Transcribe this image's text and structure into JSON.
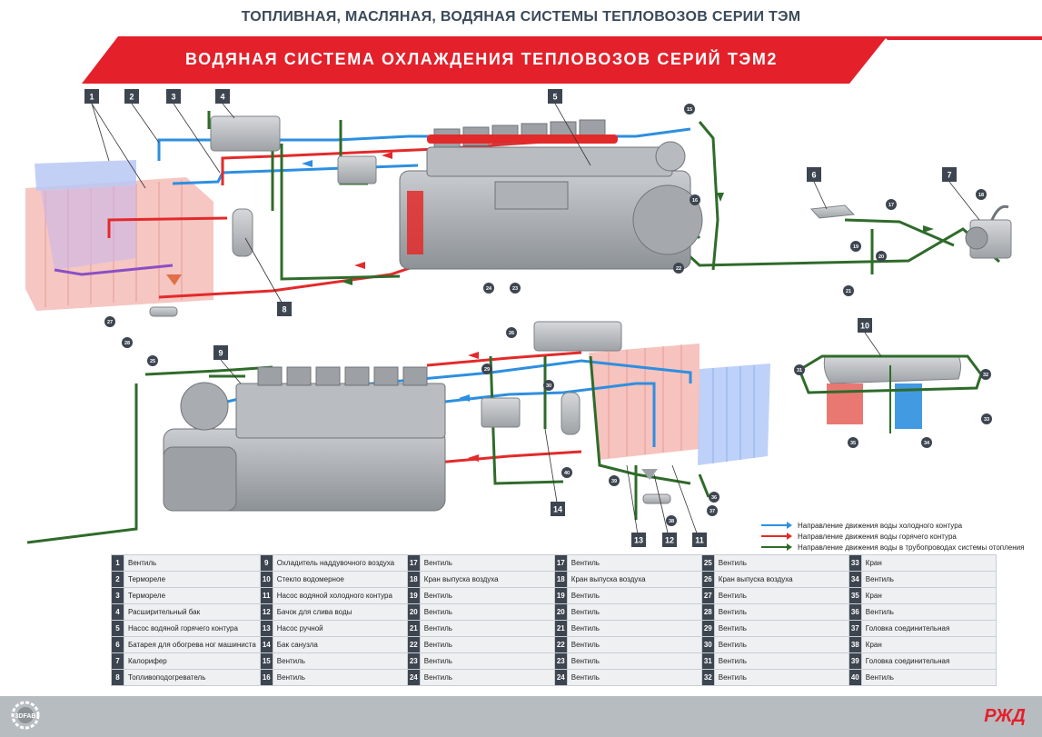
{
  "header": {
    "top_title": "ТОПЛИВНАЯ, МАСЛЯНАЯ, ВОДЯНАЯ СИСТЕМЫ ТЕПЛОВОЗОВ СЕРИИ ТЭМ",
    "banner_title": "ВОДЯНАЯ СИСТЕМА ОХЛАЖДЕНИЯ ТЕПЛОВОЗОВ СЕРИЙ ТЭМ2"
  },
  "colors": {
    "cold_loop": "#2d8fe0",
    "hot_loop": "#e32a2a",
    "heating": "#2f6b2a",
    "banner": "#e4202a",
    "number_box": "#3d4550"
  },
  "callouts_boxed": [
    "1",
    "2",
    "3",
    "4",
    "5",
    "6",
    "7",
    "8",
    "9",
    "10",
    "11",
    "12",
    "13",
    "14"
  ],
  "callouts_round": [
    "15",
    "16",
    "17",
    "18",
    "19",
    "20",
    "21",
    "22",
    "23",
    "24",
    "25",
    "26",
    "27",
    "28",
    "29",
    "30",
    "31",
    "32",
    "33",
    "34",
    "35",
    "36",
    "37",
    "38",
    "39",
    "40"
  ],
  "legend": [
    {
      "label": "Направление движения воды холодного контура",
      "color": "#2d8fe0"
    },
    {
      "label": "Направление движения воды горячего контура",
      "color": "#e32a2a"
    },
    {
      "label": "Направление движения воды в трубопроводах системы отопления",
      "color": "#2f6b2a"
    }
  ],
  "parts": [
    [
      {
        "n": "1",
        "t": "Вентиль"
      },
      {
        "n": "9",
        "t": "Охладитель наддувочного воздуха"
      },
      {
        "n": "17",
        "t": "Вентиль"
      },
      {
        "n": "17",
        "t": "Вентиль"
      },
      {
        "n": "25",
        "t": "Вентиль"
      },
      {
        "n": "33",
        "t": "Кран"
      }
    ],
    [
      {
        "n": "2",
        "t": "Термореле"
      },
      {
        "n": "10",
        "t": "Стекло водомерное"
      },
      {
        "n": "18",
        "t": "Кран выпуска воздуха"
      },
      {
        "n": "18",
        "t": "Кран выпуска воздуха"
      },
      {
        "n": "26",
        "t": "Кран выпуска воздуха"
      },
      {
        "n": "34",
        "t": "Вентиль"
      }
    ],
    [
      {
        "n": "3",
        "t": "Термореле"
      },
      {
        "n": "11",
        "t": "Насос водяной холодного контура"
      },
      {
        "n": "19",
        "t": "Вентиль"
      },
      {
        "n": "19",
        "t": "Вентиль"
      },
      {
        "n": "27",
        "t": "Вентиль"
      },
      {
        "n": "35",
        "t": "Кран"
      }
    ],
    [
      {
        "n": "4",
        "t": "Расширительный бак"
      },
      {
        "n": "12",
        "t": "Бачок для слива воды"
      },
      {
        "n": "20",
        "t": "Вентиль"
      },
      {
        "n": "20",
        "t": "Вентиль"
      },
      {
        "n": "28",
        "t": "Вентиль"
      },
      {
        "n": "36",
        "t": "Вентиль"
      }
    ],
    [
      {
        "n": "5",
        "t": "Насос водяной горячего контура"
      },
      {
        "n": "13",
        "t": "Насос ручной"
      },
      {
        "n": "21",
        "t": "Вентиль"
      },
      {
        "n": "21",
        "t": "Вентиль"
      },
      {
        "n": "29",
        "t": "Вентиль"
      },
      {
        "n": "37",
        "t": "Головка соединительная"
      }
    ],
    [
      {
        "n": "6",
        "t": "Батарея для обогрева ног машиниста"
      },
      {
        "n": "14",
        "t": "Бак санузла"
      },
      {
        "n": "22",
        "t": "Вентиль"
      },
      {
        "n": "22",
        "t": "Вентиль"
      },
      {
        "n": "30",
        "t": "Вентиль"
      },
      {
        "n": "38",
        "t": "Кран"
      }
    ],
    [
      {
        "n": "7",
        "t": "Калорифер"
      },
      {
        "n": "15",
        "t": "Вентиль"
      },
      {
        "n": "23",
        "t": "Вентиль"
      },
      {
        "n": "23",
        "t": "Вентиль"
      },
      {
        "n": "31",
        "t": "Вентиль"
      },
      {
        "n": "39",
        "t": "Головка соединительная"
      }
    ],
    [
      {
        "n": "8",
        "t": "Топливоподогреватель"
      },
      {
        "n": "16",
        "t": "Вентиль"
      },
      {
        "n": "24",
        "t": "Вентиль"
      },
      {
        "n": "24",
        "t": "Вентиль"
      },
      {
        "n": "32",
        "t": "Вентиль"
      },
      {
        "n": "40",
        "t": "Вентиль"
      }
    ]
  ],
  "logos": {
    "left": "3DFAB",
    "right": "РЖД"
  }
}
